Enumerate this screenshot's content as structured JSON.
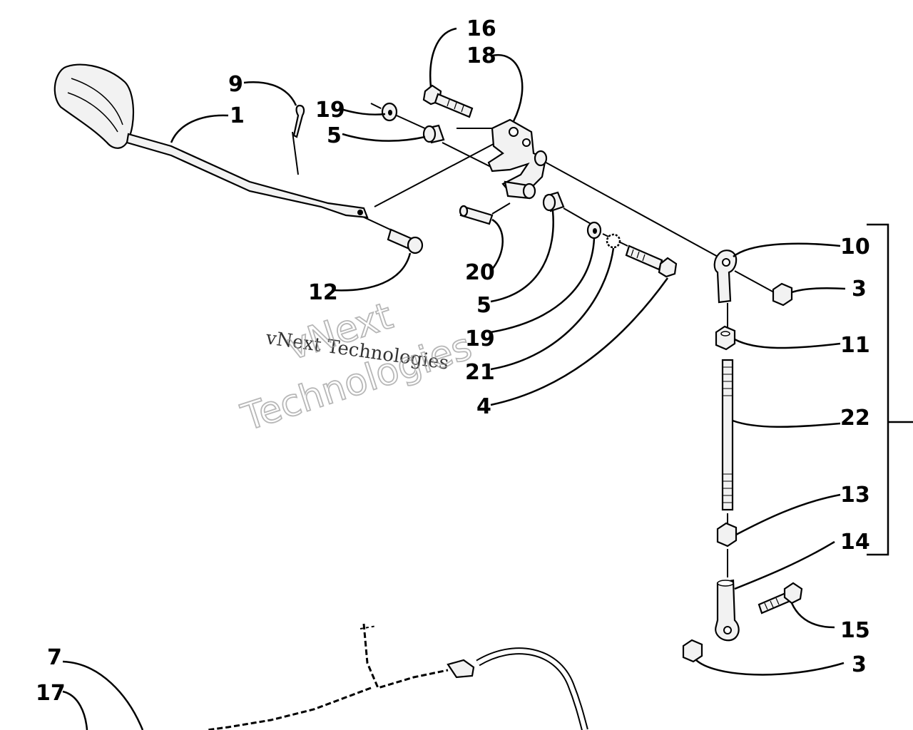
{
  "watermark": {
    "small": "vNext Technologies",
    "large_line1": "vNext",
    "large_line2": "Technologies"
  },
  "callouts": {
    "c16": "16",
    "c18": "18",
    "c9": "9",
    "c1": "1",
    "c19a": "19",
    "c5a": "5",
    "c12": "12",
    "c20": "20",
    "c5b": "5",
    "c19b": "19",
    "c21": "21",
    "c4": "4",
    "c10": "10",
    "c3a": "3",
    "c11": "11",
    "c22": "22",
    "c13": "13",
    "c14": "14",
    "c15": "15",
    "c3b": "3",
    "c7": "7",
    "c17": "17"
  }
}
